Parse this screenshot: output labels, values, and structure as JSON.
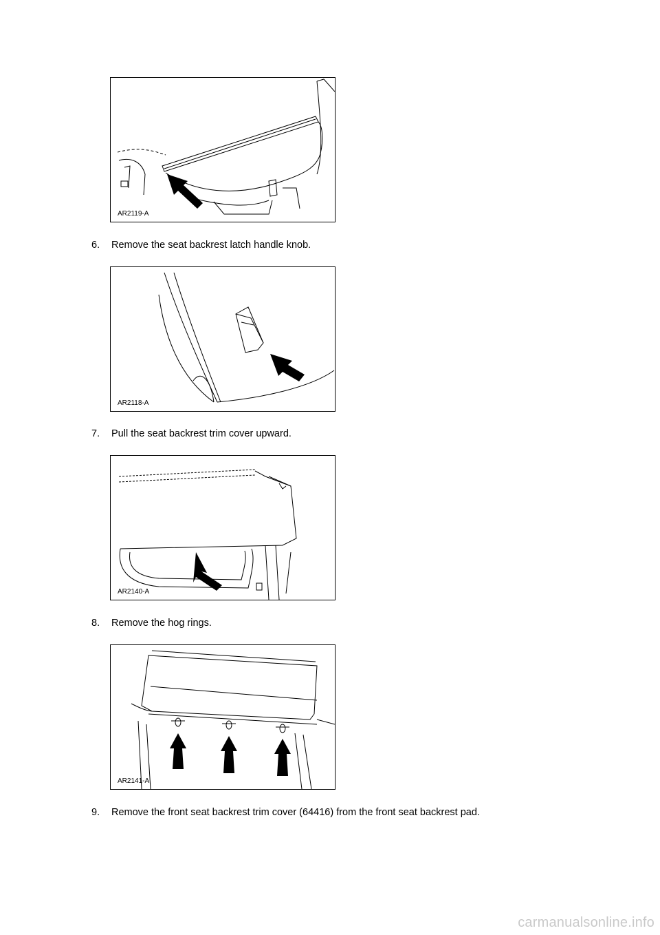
{
  "figures": [
    {
      "label": "AR2119-A"
    },
    {
      "label": "AR2118-A"
    },
    {
      "label": "AR2140-A"
    },
    {
      "label": "AR2141-A"
    }
  ],
  "steps": [
    {
      "number": "6.",
      "text": "Remove the seat backrest latch handle knob."
    },
    {
      "number": "7.",
      "text": "Pull the seat backrest trim cover upward."
    },
    {
      "number": "8.",
      "text": "Remove the hog rings."
    },
    {
      "number": "9.",
      "text": "Remove the front seat backrest trim cover (64416) from the front seat backrest pad."
    }
  ],
  "watermark": "carmanualsonline.info"
}
